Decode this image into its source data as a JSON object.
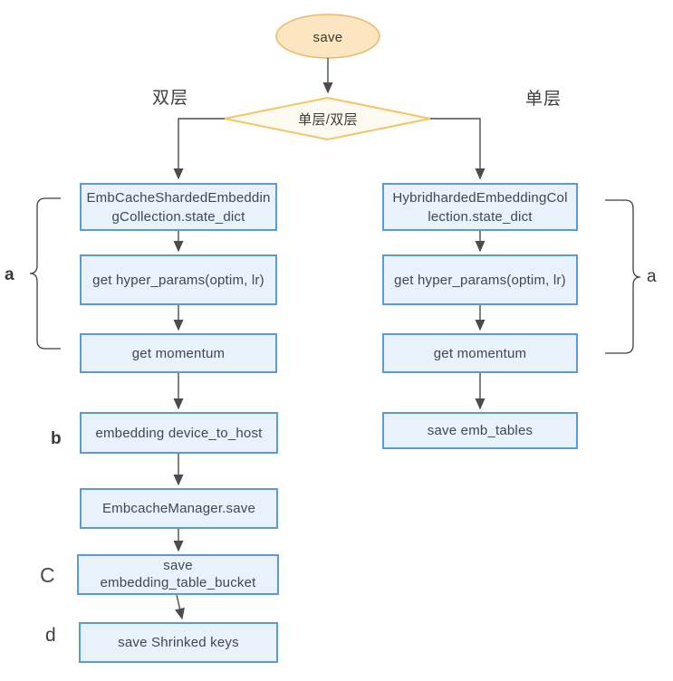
{
  "start": {
    "label": "save"
  },
  "decision": {
    "label": "单层/双层"
  },
  "branch_labels": {
    "left": "双层",
    "right": "单层"
  },
  "left_column": {
    "steps": [
      {
        "label": "EmbCacheShardedEmbeddin\ngCollection.state_dict"
      },
      {
        "label": "get hyper_params(optim, lr)"
      },
      {
        "label": "get momentum"
      },
      {
        "label": "embedding device_to_host"
      },
      {
        "label": "EmbcacheManager.save"
      },
      {
        "label": "save\nembedding_table_bucket"
      },
      {
        "label": "save Shrinked keys"
      }
    ]
  },
  "right_column": {
    "steps": [
      {
        "label": "HybridhardedEmbeddingCol\nlection.state_dict"
      },
      {
        "label": "get hyper_params(optim, lr)"
      },
      {
        "label": "get momentum"
      },
      {
        "label": "save emb_tables"
      }
    ]
  },
  "annotations": {
    "left_a": "a",
    "right_a": "a",
    "b": "b",
    "c": "C",
    "d": "d"
  },
  "colors": {
    "step_fill": "#E9F1FB",
    "step_border": "#5B9BD5",
    "step_text": "#3D4755",
    "start_fill": "#FCE5C1",
    "start_border": "#EBBA64",
    "decision_fill": "#FDFAF2",
    "decision_border": "#F4C467",
    "connector": "#4C4C4C"
  }
}
